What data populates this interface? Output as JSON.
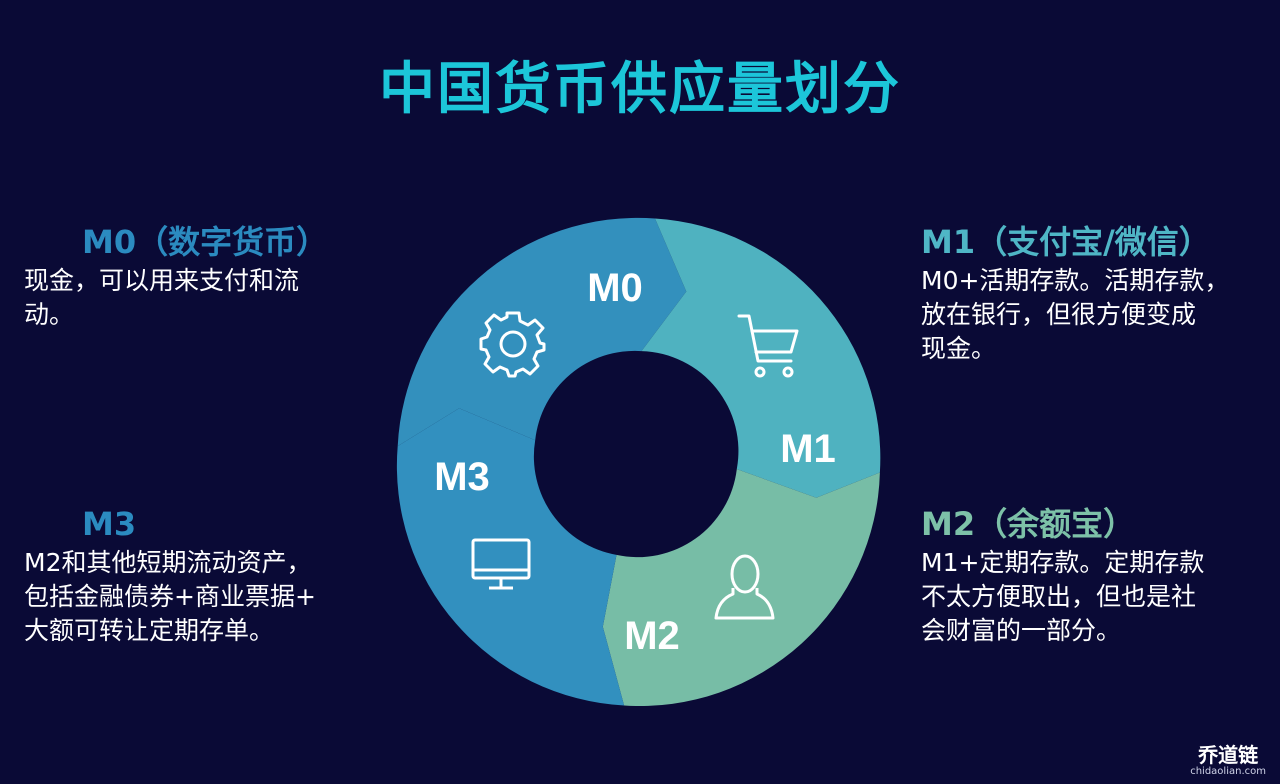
{
  "title": "中国货币供应量划分",
  "segments": [
    {
      "label": "M0",
      "icon": "gear-icon",
      "color": "#3390bd"
    },
    {
      "label": "M1",
      "icon": "shopping-cart-icon",
      "color": "#4fb2c0"
    },
    {
      "label": "M2",
      "icon": "user-icon",
      "color": "#77bda6"
    },
    {
      "label": "M3",
      "icon": "monitor-icon",
      "color": "#3290bf"
    }
  ],
  "descriptions": {
    "m0": {
      "heading": "M0（数字货币）",
      "lines": [
        "现金，可以用来支付和流",
        "动。"
      ]
    },
    "m1": {
      "heading": "M1（支付宝/微信）",
      "lines": [
        "M0+活期存款。活期存款，",
        "放在银行，但很方便变成",
        "现金。"
      ]
    },
    "m2": {
      "heading": "M2（余额宝）",
      "lines": [
        "M1+定期存款。定期存款",
        "不太方便取出，但也是社",
        "会财富的一部分。"
      ]
    },
    "m3": {
      "heading": "M3",
      "lines": [
        "M2和其他短期流动资产，",
        "包括金融债券+商业票据+",
        "大额可转让定期存单。"
      ]
    }
  },
  "watermark": {
    "main": "乔道链",
    "sub": "chidaolian.com"
  }
}
